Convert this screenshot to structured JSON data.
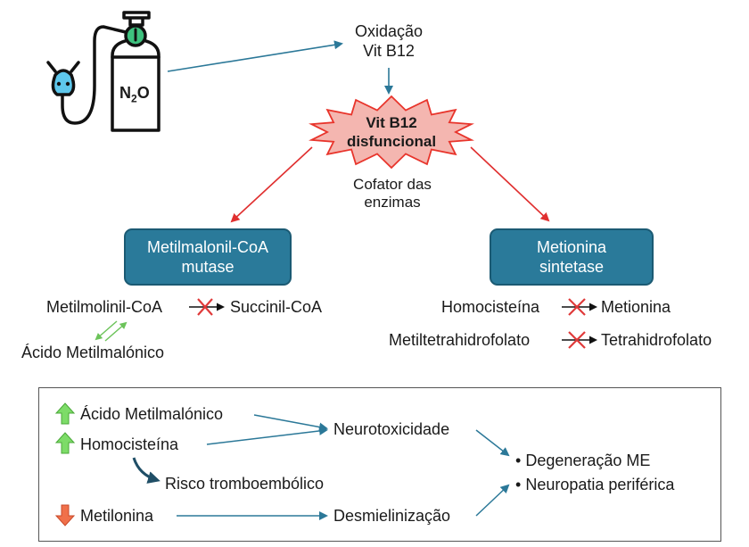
{
  "top": {
    "oxidation_line1": "Oxidação",
    "oxidation_line2": "Vit B12"
  },
  "tank": {
    "label_n": "N",
    "label_sub": "2",
    "label_o": "O"
  },
  "burst": {
    "line1": "Vit B12",
    "line2": "disfuncional"
  },
  "cofactor": {
    "line1": "Cofator das",
    "line2": "enzimas"
  },
  "enzymes": {
    "left": {
      "line1": "Metilmalonil-CoA",
      "line2": "mutase"
    },
    "right": {
      "line1": "Metionina",
      "line2": "sintetase"
    }
  },
  "left_pathway": {
    "substrate": "Metilmolinil-CoA",
    "product": "Succinil-CoA",
    "byproduct": "Ácido Metilmalónico"
  },
  "right_pathway": {
    "substrate1": "Homocisteína",
    "product1": "Metionina",
    "substrate2": "Metiltetrahidrofolato",
    "product2": "Tetrahidrofolato"
  },
  "consequences": {
    "item1": "Ácido Metilmalónico",
    "item2": "Homocisteína",
    "item3": "Metilonina",
    "risk": "Risco tromboembólico",
    "neurotox": "Neurotoxicidade",
    "demyel": "Desmielinização",
    "outcome1": "Degeneração ME",
    "outcome2": "Neuropatia periférica",
    "bullet": "•"
  },
  "colors": {
    "enzyme_box": "#2a7a9a",
    "burst_fill": "#f4b6b0",
    "burst_stroke": "#e8342b",
    "arrow_blue": "#2b7898",
    "arrow_red": "#e02f2f",
    "block_x": "#e03a3a",
    "up_arrow": "#7ddc68",
    "down_arrow": "#f0704a",
    "thrombo_arrow": "#1f4e66"
  }
}
